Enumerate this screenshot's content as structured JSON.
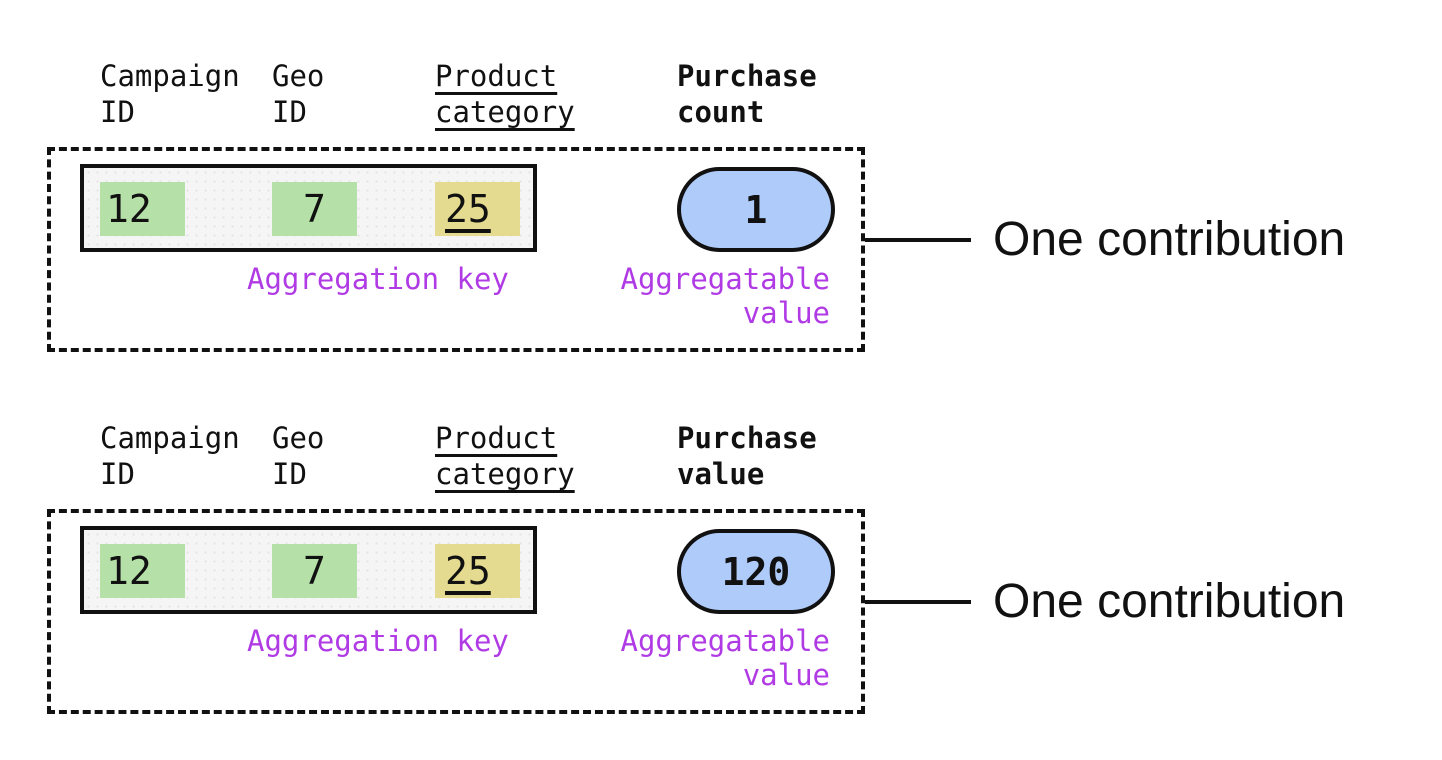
{
  "palette": {
    "highlight_green": "#b5e0a7",
    "highlight_yellow": "#e5db90",
    "pill_blue": "#aecbfa",
    "label_purple": "#b03be5",
    "ink_black": "#111111",
    "row_gray": "#f5f5f5"
  },
  "contributions": [
    {
      "headers": {
        "campaign": {
          "line1": "Campaign",
          "line2": "ID"
        },
        "geo": {
          "line1": "Geo",
          "line2": "ID"
        },
        "product": {
          "line1": "Product",
          "line2": "category"
        },
        "measure": {
          "line1": "Purchase",
          "line2": "count"
        }
      },
      "record": {
        "campaign_id": "12",
        "geo_id": "7",
        "product_category": "25"
      },
      "aggregatable_value": "1",
      "labels": {
        "aggregation_key": "Aggregation key",
        "aggregatable_line1": "Aggregatable",
        "aggregatable_line2": "value",
        "callout": "One contribution"
      }
    },
    {
      "headers": {
        "campaign": {
          "line1": "Campaign",
          "line2": "ID"
        },
        "geo": {
          "line1": "Geo",
          "line2": "ID"
        },
        "product": {
          "line1": "Product",
          "line2": "category"
        },
        "measure": {
          "line1": "Purchase",
          "line2": "value"
        }
      },
      "record": {
        "campaign_id": "12",
        "geo_id": "7",
        "product_category": "25"
      },
      "aggregatable_value": "120",
      "labels": {
        "aggregation_key": "Aggregation key",
        "aggregatable_line1": "Aggregatable",
        "aggregatable_line2": "value",
        "callout": "One contribution"
      }
    }
  ]
}
